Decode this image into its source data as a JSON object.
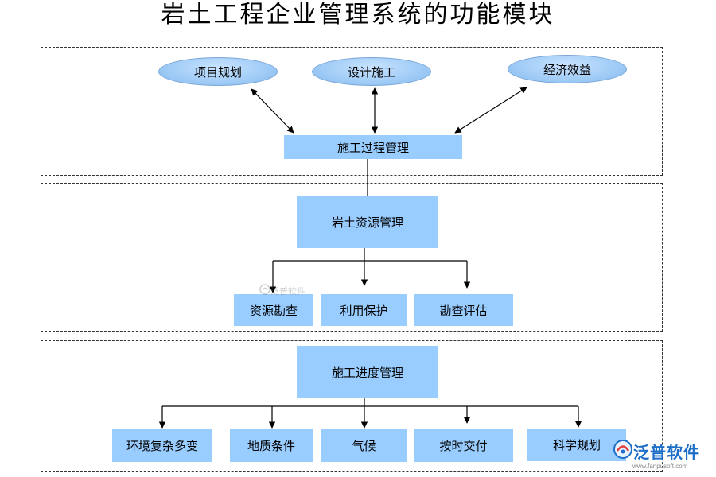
{
  "title": "岩土工程企业管理系统的功能模块",
  "top": {
    "ellipses": [
      "项目规划",
      "设计施工",
      "经济效益"
    ],
    "hub": "施工过程管理"
  },
  "middle": {
    "hub": "岩土资源管理",
    "children": [
      "资源勘查",
      "利用保护",
      "勘查评估"
    ],
    "watermark": "泛普软件"
  },
  "bottom": {
    "hub": "施工进度管理",
    "children": [
      "环境复杂多变",
      "地质条件",
      "气候",
      "按时交付",
      "科学规划"
    ]
  },
  "logo": {
    "text": "泛普软件",
    "url": "www.fanpusoft.com"
  },
  "colors": {
    "box": "#99ccff",
    "line": "#000000"
  }
}
